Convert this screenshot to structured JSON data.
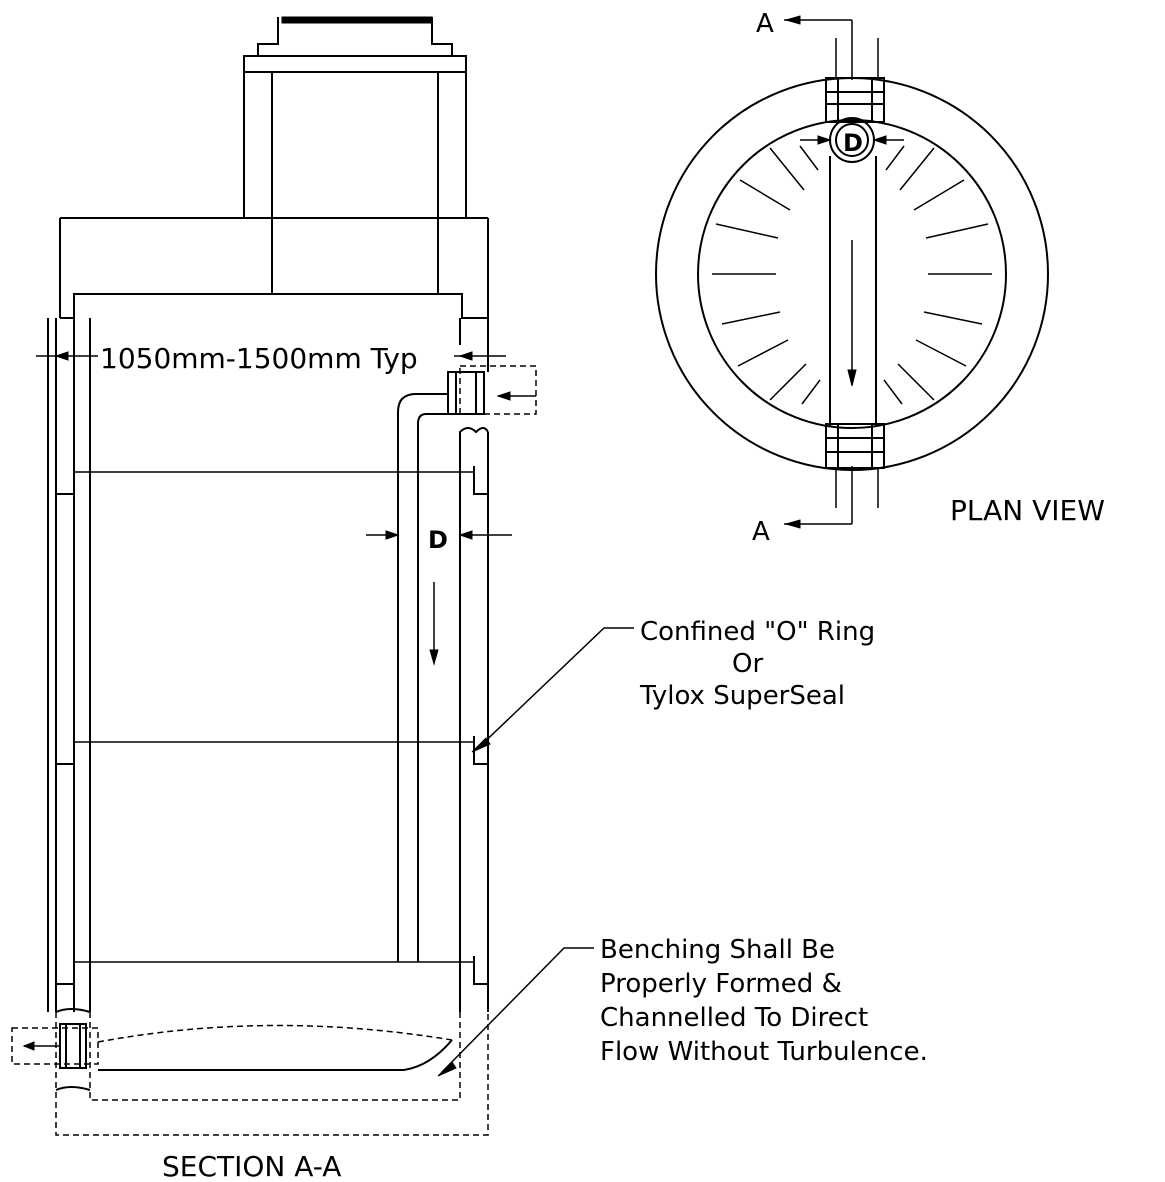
{
  "section": {
    "title": "SECTION A-A",
    "dimension_label": "1050mm-1500mm Typ",
    "drop_pipe_label": "D"
  },
  "plan": {
    "title": "PLAN VIEW",
    "section_marker_top": "A",
    "section_marker_bottom": "A",
    "pipe_label": "D"
  },
  "notes": {
    "seal_lines": [
      "Confined \"O\" Ring",
      "Or",
      "Tylox SuperSeal"
    ],
    "benching_lines": [
      "Benching Shall Be",
      "Properly Formed &",
      "Channelled To Direct",
      "Flow Without Turbulence."
    ]
  }
}
